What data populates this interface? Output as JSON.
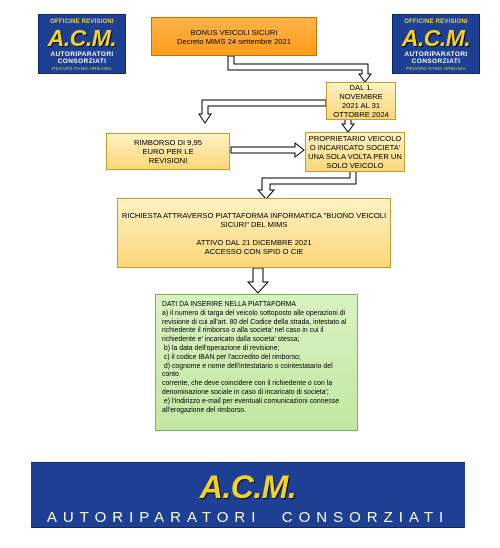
{
  "logo": {
    "top_text": "OFFICINE REVISIONI",
    "mark": "A.C.M.",
    "line1": "AUTORIPARATORI",
    "line2": "CONSORZIATI",
    "line3": "PESARO-FANO-URBANIA"
  },
  "flow": {
    "title": [
      "BONUS VEICOLI SICURI",
      "Decreto MIMS 24 settembre 2021"
    ],
    "dates": [
      "DAL 1. NOVEMBRE",
      "2021 AL 31",
      "OTTOBRE 2024"
    ],
    "rimborso": [
      "RIMBORSO DI 9,95",
      "EURO PER LE",
      "REVISIONI"
    ],
    "proprietario": [
      "PROPRIETARIO VEICOLO",
      "O INCARICATO SOCIETA'",
      "UNA SOLA VOLTA PER UN",
      "SOLO VEICOLO"
    ],
    "richiesta": [
      "RICHIESTA ATTRAVERSO PIATTAFORMA INFORMATICA \"BUONO VEICOLI",
      "SICURI\" DEL MIMS",
      "",
      "ATTIVO DAL 21 DICEMBRE 2021",
      "ACCESSO CON SPID O CIE"
    ],
    "dati": [
      "DATI DA INSERIRE NELLA PIATTAFORMA",
      "a) il numero di targa del veicolo sottoposto alle operazioni di",
      "revisione di cui all'art. 80 del Codice della strada, intestato al",
      "richiedente il rimborso o alla societa' nel caso in cui il",
      "richiedente e' incaricato dalla societa' stessa;",
      " b) la data dell'operazione di revisione;",
      " c) il codice IBAN per l'accredito del rimborso;",
      " d) cognome e nome dell'intestatario o cointestatario del",
      "conto",
      "corrente, che deve coincidere con il richiedente o con la",
      "denominazione sociale in caso di incaricato di societa';",
      " e) l'indirizzo e-mail per eventuali comunicazioni connesse",
      "all'erogazione del rimborso."
    ]
  },
  "banner": {
    "mark": "A.C.M.",
    "subtitle": "AUTORIPARATORI  CONSORZIATI"
  }
}
